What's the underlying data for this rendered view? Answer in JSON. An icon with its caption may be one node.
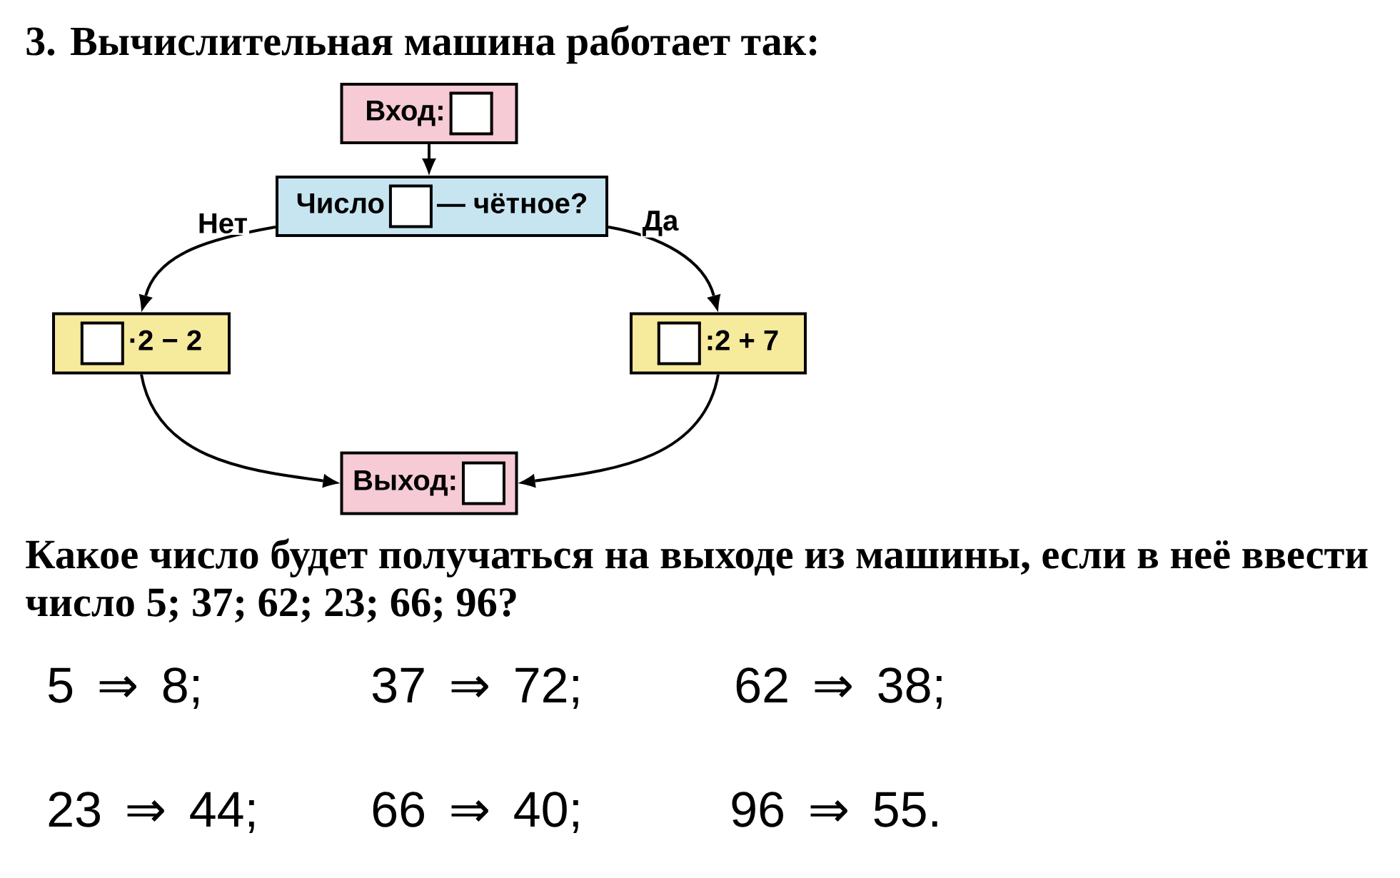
{
  "diagram": {
    "title": "3. Вычислительная машина работает так:",
    "nodes": [
      {
        "text": [
          "Вход:"
        ]
      },
      {
        "text": [
          "Число",
          "— чётное?"
        ]
      },
      {
        "text": [
          "·2 − 2"
        ]
      },
      {
        "text": [
          ":2 + 7"
        ]
      },
      {
        "text": [
          "Выход:"
        ]
      }
    ],
    "edges": [
      {
        "from": 0,
        "to": 1,
        "arrow": "to"
      },
      {
        "from": 1,
        "to": 2,
        "arrow": "to",
        "label": "Нет"
      },
      {
        "from": 1,
        "to": 3,
        "arrow": "to",
        "label": "Да"
      },
      {
        "from": 2,
        "to": 4,
        "arrow": "to"
      },
      {
        "from": 3,
        "to": 4,
        "arrow": "to"
      }
    ],
    "labels": [
      "Какое число будет получаться на выходе из машины, если в неё ввести число 5; 37; 62; 23; 66; 96?",
      "5 ⇒ 8;",
      "37 ⇒ 72;",
      "62 ⇒ 38;",
      "23 ⇒ 44;",
      "66 ⇒ 40;",
      "96 ⇒ 55."
    ]
  }
}
